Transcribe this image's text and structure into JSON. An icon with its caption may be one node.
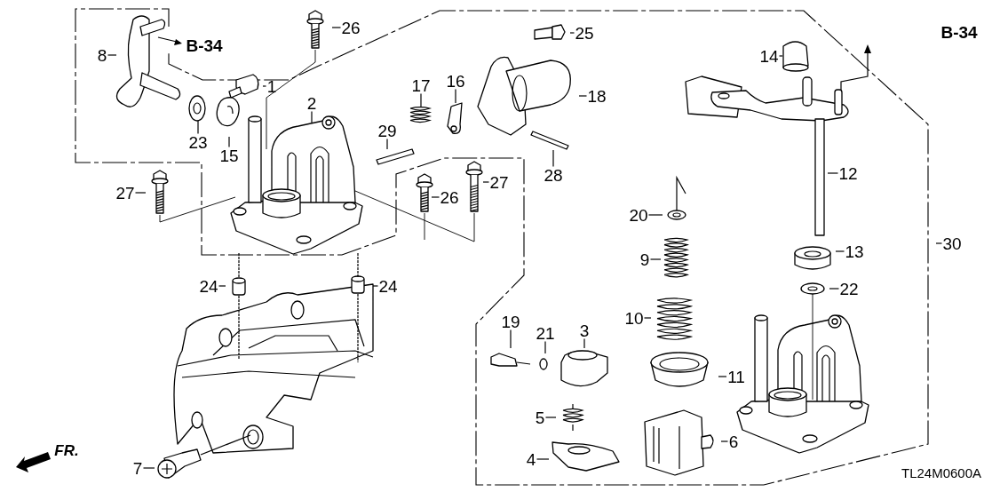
{
  "diagram": {
    "nodes": [
      {
        "text": [
          "26"
        ]
      },
      {
        "text": [
          "8"
        ]
      },
      {
        "text": [
          "1"
        ]
      },
      {
        "text": [
          "25"
        ]
      },
      {
        "text": [
          "14"
        ]
      },
      {
        "text": [
          "17"
        ]
      },
      {
        "text": [
          "16"
        ]
      },
      {
        "text": [
          "18"
        ]
      },
      {
        "text": [
          "2"
        ]
      },
      {
        "text": [
          "29"
        ]
      },
      {
        "text": [
          "23"
        ]
      },
      {
        "text": [
          "15"
        ]
      },
      {
        "text": [
          "12"
        ]
      },
      {
        "text": [
          "28"
        ]
      },
      {
        "text": [
          "27"
        ]
      },
      {
        "text": [
          "27"
        ]
      },
      {
        "text": [
          "26"
        ]
      },
      {
        "text": [
          "20"
        ]
      },
      {
        "text": [
          "30"
        ]
      },
      {
        "text": [
          "13"
        ]
      },
      {
        "text": [
          "9"
        ]
      },
      {
        "text": [
          "24"
        ]
      },
      {
        "text": [
          "24"
        ]
      },
      {
        "text": [
          "22"
        ]
      },
      {
        "text": [
          "10"
        ]
      },
      {
        "text": [
          "19"
        ]
      },
      {
        "text": [
          "21"
        ]
      },
      {
        "text": [
          "3"
        ]
      },
      {
        "text": [
          "11"
        ]
      },
      {
        "text": [
          "5"
        ]
      },
      {
        "text": [
          "6"
        ]
      },
      {
        "text": [
          "4"
        ]
      },
      {
        "text": [
          "7"
        ]
      }
    ],
    "edges": [
      {
        "from": 0,
        "to": null,
        "arrow": "none"
      },
      {
        "from": 1,
        "to": null,
        "arrow": "none"
      },
      {
        "from": 2,
        "to": null,
        "arrow": "none"
      },
      {
        "from": 3,
        "to": null,
        "arrow": "none"
      },
      {
        "from": 4,
        "to": null,
        "arrow": "none"
      },
      {
        "from": 5,
        "to": null,
        "arrow": "none"
      },
      {
        "from": 6,
        "to": null,
        "arrow": "none"
      },
      {
        "from": 7,
        "to": null,
        "arrow": "none"
      },
      {
        "from": 8,
        "to": null,
        "arrow": "none"
      },
      {
        "from": 9,
        "to": null,
        "arrow": "none"
      },
      {
        "from": 10,
        "to": null,
        "arrow": "none"
      },
      {
        "from": 11,
        "to": null,
        "arrow": "none"
      },
      {
        "from": 12,
        "to": null,
        "arrow": "none"
      },
      {
        "from": 13,
        "to": null,
        "arrow": "none"
      },
      {
        "from": 14,
        "to": null,
        "arrow": "none"
      },
      {
        "from": 15,
        "to": null,
        "arrow": "none"
      },
      {
        "from": 16,
        "to": null,
        "arrow": "none"
      },
      {
        "from": 17,
        "to": null,
        "arrow": "none"
      },
      {
        "from": 18,
        "to": null,
        "arrow": "none"
      },
      {
        "from": 19,
        "to": null,
        "arrow": "none"
      },
      {
        "from": 20,
        "to": null,
        "arrow": "none"
      },
      {
        "from": 21,
        "to": null,
        "arrow": "none"
      },
      {
        "from": 22,
        "to": null,
        "arrow": "none"
      },
      {
        "from": 23,
        "to": null,
        "arrow": "none"
      },
      {
        "from": 24,
        "to": null,
        "arrow": "none"
      },
      {
        "from": 25,
        "to": null,
        "arrow": "none"
      },
      {
        "from": 26,
        "to": null,
        "arrow": "none"
      },
      {
        "from": 27,
        "to": null,
        "arrow": "none"
      },
      {
        "from": 28,
        "to": null,
        "arrow": "none"
      },
      {
        "from": 29,
        "to": null,
        "arrow": "none"
      },
      {
        "from": 30,
        "to": null,
        "arrow": "none"
      },
      {
        "from": 31,
        "to": null,
        "arrow": "none"
      },
      {
        "from": 32,
        "to": null,
        "arrow": "none"
      }
    ],
    "labels": [
      "B-34",
      "B-34",
      "FR.",
      "TL24M0600A"
    ]
  }
}
